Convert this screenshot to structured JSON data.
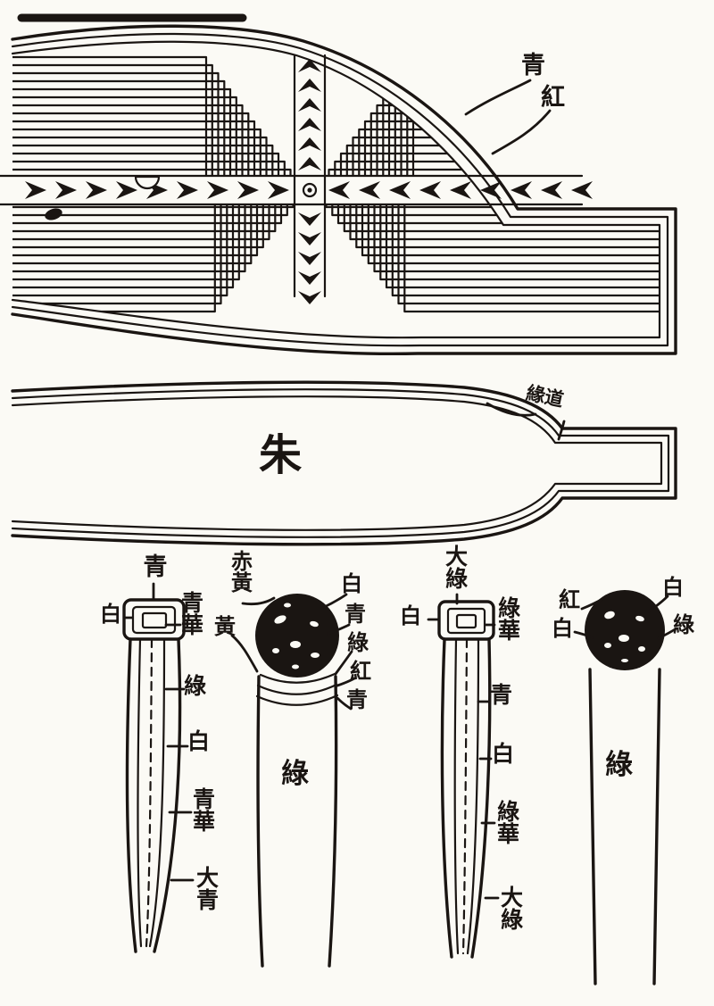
{
  "colors": {
    "ink": "#1a1512",
    "paper": "#fbfaf5"
  },
  "panels": {
    "top_beam": {
      "description": "beam end with crossed fret (hui-wen) pattern and arched border bands",
      "outer_band_label": "青",
      "inner_band_label": "紅"
    },
    "middle_beam": {
      "body_label": "朱",
      "edge_band_label": "緣道"
    },
    "rafters": {
      "flying_rafter_1": {
        "type": "square flying rafter (blue scheme)",
        "top_label": "青",
        "left_label": "白",
        "right_labels": [
          "青華",
          "綠",
          "白",
          "青華",
          "大青"
        ]
      },
      "round_rafter_1": {
        "type": "round rafter with pearl head",
        "left_labels": [
          "赤黃",
          "黃"
        ],
        "right_labels": [
          "白",
          "青",
          "綠",
          "紅",
          "青"
        ],
        "body_label": "綠"
      },
      "flying_rafter_2": {
        "type": "square flying rafter (green scheme)",
        "top_label": "大綠",
        "left_label": "白",
        "right_labels": [
          "綠華",
          "青",
          "白",
          "綠華",
          "大綠"
        ]
      },
      "round_rafter_2": {
        "type": "round rafter with pearl head",
        "left_labels": [
          "紅",
          "白"
        ],
        "right_labels": [
          "白",
          "綠"
        ],
        "body_label": "綠"
      }
    }
  }
}
